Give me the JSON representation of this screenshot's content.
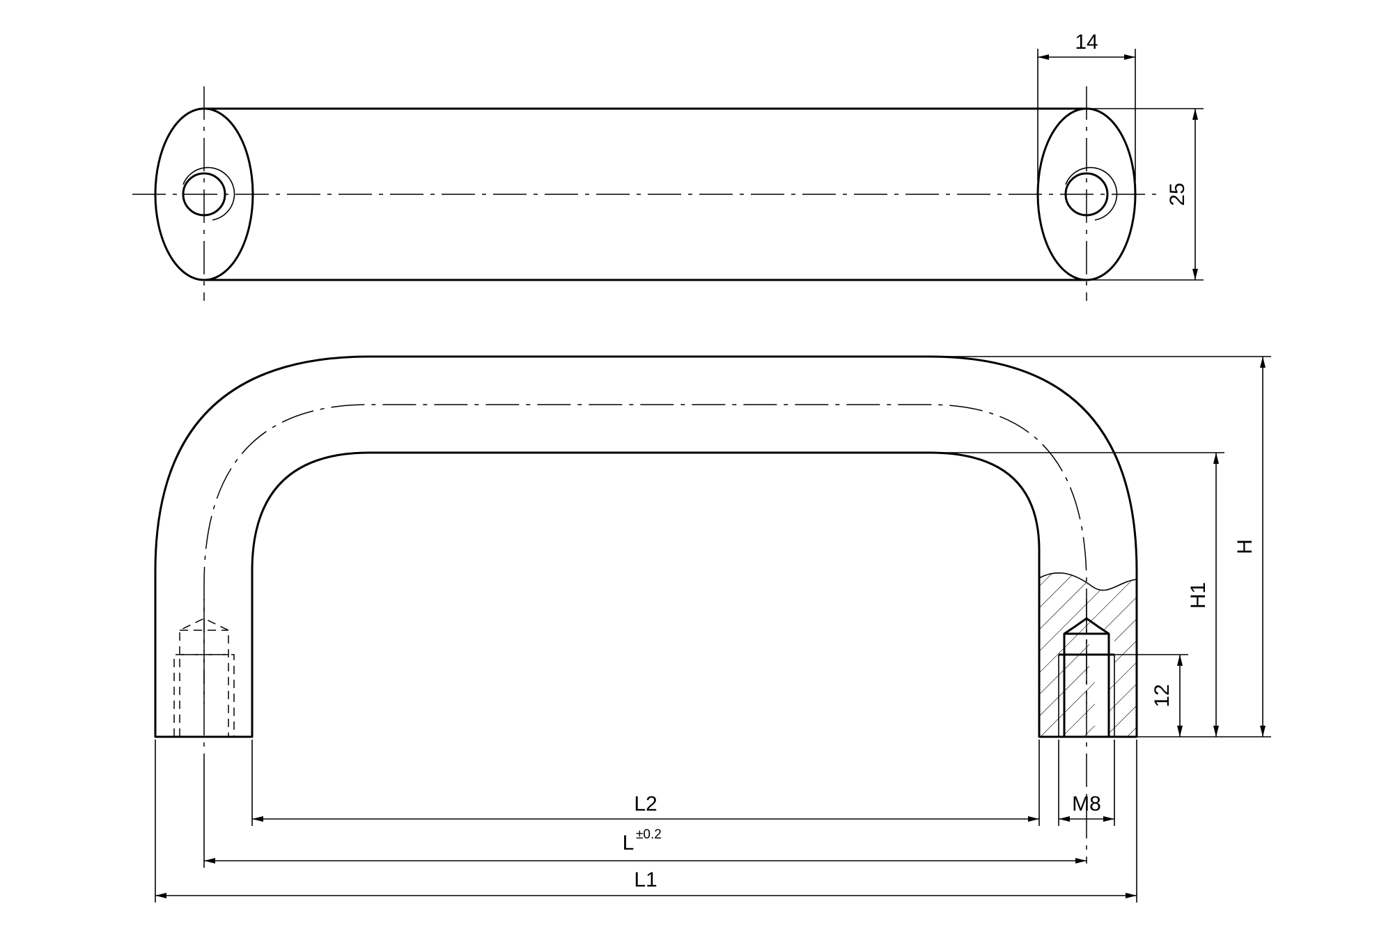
{
  "dimensions": {
    "width_14": "14",
    "height_25": "25",
    "overall_height": "H",
    "inner_height": "H1",
    "thread_depth": "12",
    "inner_length": "L2",
    "thread_size": "M8",
    "center_distance": "L",
    "center_distance_tolerance": "±0.2",
    "overall_length": "L1"
  }
}
